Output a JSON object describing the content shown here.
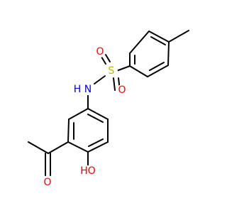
{
  "molecule": {
    "atoms": {
      "S": {
        "text": "S",
        "color": "#c8b400"
      },
      "O1": {
        "text": "O",
        "color": "#ff0000"
      },
      "O2": {
        "text": "O",
        "color": "#ff0000"
      },
      "NH": {
        "text": "H",
        "color": "#0000ff"
      },
      "N": {
        "text": "N",
        "color": "#0000ff"
      },
      "O3": {
        "text": "O",
        "color": "#ff0000"
      },
      "OH": {
        "text": "HO",
        "color": "#ff0000"
      }
    },
    "bond_color": "#000000"
  }
}
